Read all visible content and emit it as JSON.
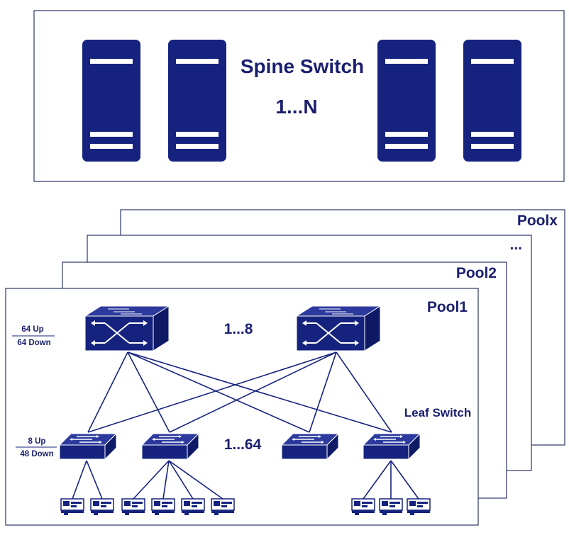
{
  "colors": {
    "primary": "#16237e",
    "text": "#1a1f6e",
    "border": "#2b3566",
    "background": "#ffffff"
  },
  "spine": {
    "title": "Spine Switch",
    "count": "1...N",
    "icon": "server-icon"
  },
  "pools": {
    "labels": [
      "Poolx",
      "...",
      "Pool2",
      "Pool1"
    ]
  },
  "pool1": {
    "spine_count": "1...8",
    "leaf_count": "1...64",
    "leaf_label": "Leaf Switch",
    "spine_ports": {
      "up": "64 Up",
      "down": "64 Down"
    },
    "leaf_ports": {
      "up": "8 Up",
      "down": "48 Down"
    },
    "icons": {
      "core": "core-switch-icon",
      "leaf": "leaf-switch-icon",
      "server": "nic-server-icon"
    }
  }
}
